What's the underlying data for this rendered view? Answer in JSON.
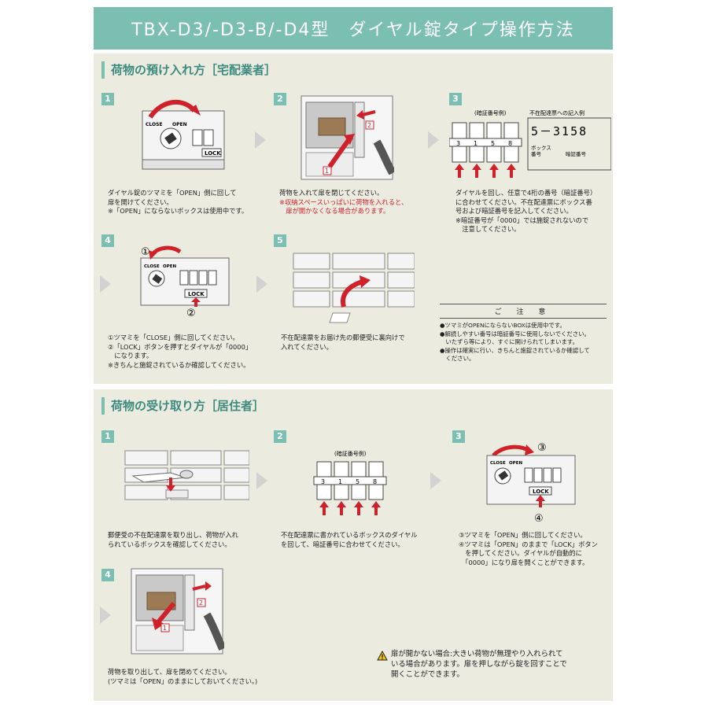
{
  "title": "TBX-D3/-D3-B/-D4型　ダイヤル錠タイプ操作方法",
  "section1": {
    "heading": "荷物の預け入れ方［宅配業者］",
    "steps": [
      {
        "num": "1",
        "lines": [
          "ダイヤル錠のツマミを「OPEN」側に回して",
          "扉を開けてください。",
          "※「OPEN」にならないボックスは使用中です。"
        ],
        "labels": {
          "close": "CLOSE",
          "open": "OPEN",
          "lock": "LOCK"
        }
      },
      {
        "num": "2",
        "lines": [
          "荷物を入れて扉を閉じてください。"
        ],
        "red_lines": [
          "※収納スペースいっぱいに荷物を入れると、",
          "　扉が開かなくなる場合があります。"
        ],
        "labels": {
          "a": "1",
          "b": "2"
        }
      },
      {
        "num": "3",
        "lines": [
          "ダイヤルを回し、任意で4桁の番号（暗証番号）",
          "に合わせてください。不在配達票にボックス番",
          "号および暗証番号を記入してください。",
          "※暗証番号が「0000」では施錠されないので",
          "　注意してください。"
        ],
        "labels": {
          "example": "(暗証番号例)",
          "slip_title": "不在配達票への記入例",
          "slip_value": "5－3158",
          "box_label": "ボックス",
          "box_label2": "番号",
          "code_label": "暗証番号",
          "digits": [
            "3",
            "1",
            "5",
            "8"
          ]
        }
      },
      {
        "num": "4",
        "lines": [
          "①ツマミを「CLOSE」側に回してください。",
          "②「LOCK」ボタンを押すとダイヤルが「0000」",
          "　になります。",
          "※きちんと施錠されているか確認してください。"
        ],
        "labels": {
          "m1": "①",
          "m2": "②",
          "close": "CLOSE",
          "open": "OPEN",
          "lock": "LOCK"
        }
      },
      {
        "num": "5",
        "lines": [
          "不在配達票をお届け先の郵便受に裏向けで",
          "入れてください。"
        ]
      }
    ],
    "caution": {
      "title": "ご 注 意",
      "lines": [
        "●ツマミがOPENにならないBOXは使用中です。",
        "●解読しやすい番号は暗証番号に使用しないでください。",
        "　いたずら等により、すぐに開けられてしまいます。",
        "●操作は確実に行い、きちんと施錠されているか確認して",
        "　ください。"
      ]
    }
  },
  "section2": {
    "heading": "荷物の受け取り方［居住者］",
    "steps": [
      {
        "num": "1",
        "lines": [
          "郵便受の不在配達票を取り出し、荷物が入れ",
          "られているボックスを確認してください。"
        ]
      },
      {
        "num": "2",
        "lines": [
          "不在配達票に書かれているボックスのダイヤル",
          "を回して、暗証番号に合わせてください。"
        ],
        "labels": {
          "example": "(暗証番号例)",
          "digits": [
            "3",
            "1",
            "5",
            "8"
          ]
        }
      },
      {
        "num": "3",
        "lines": [
          "③ツマミを「OPEN」側に回してください。",
          "④ツマミは「OPEN」のままで「LOCK」ボタン",
          "　を押してください。ダイヤルが自動的に",
          "　「0000」になり扉を開くことができます。"
        ],
        "labels": {
          "m3": "③",
          "m4": "④",
          "close": "CLOSE",
          "open": "OPEN",
          "lock": "LOCK"
        }
      },
      {
        "num": "4",
        "lines": [
          "荷物を取り出して、扉を閉めてください。",
          "(ツマミは「OPEN」のままにしておいてください。)"
        ],
        "labels": {
          "a": "1",
          "b": "2"
        }
      }
    ],
    "warning": {
      "icon": "warning-icon",
      "lines": [
        "扉が開かない場合:大きい荷物が無理やり入れられて",
        "いる場合があります。扉を押しながら錠を回すことで",
        "開くことができます。"
      ]
    }
  },
  "colors": {
    "accent": "#7bbeb2",
    "panel": "#ecebe0",
    "red": "#d0202a"
  }
}
